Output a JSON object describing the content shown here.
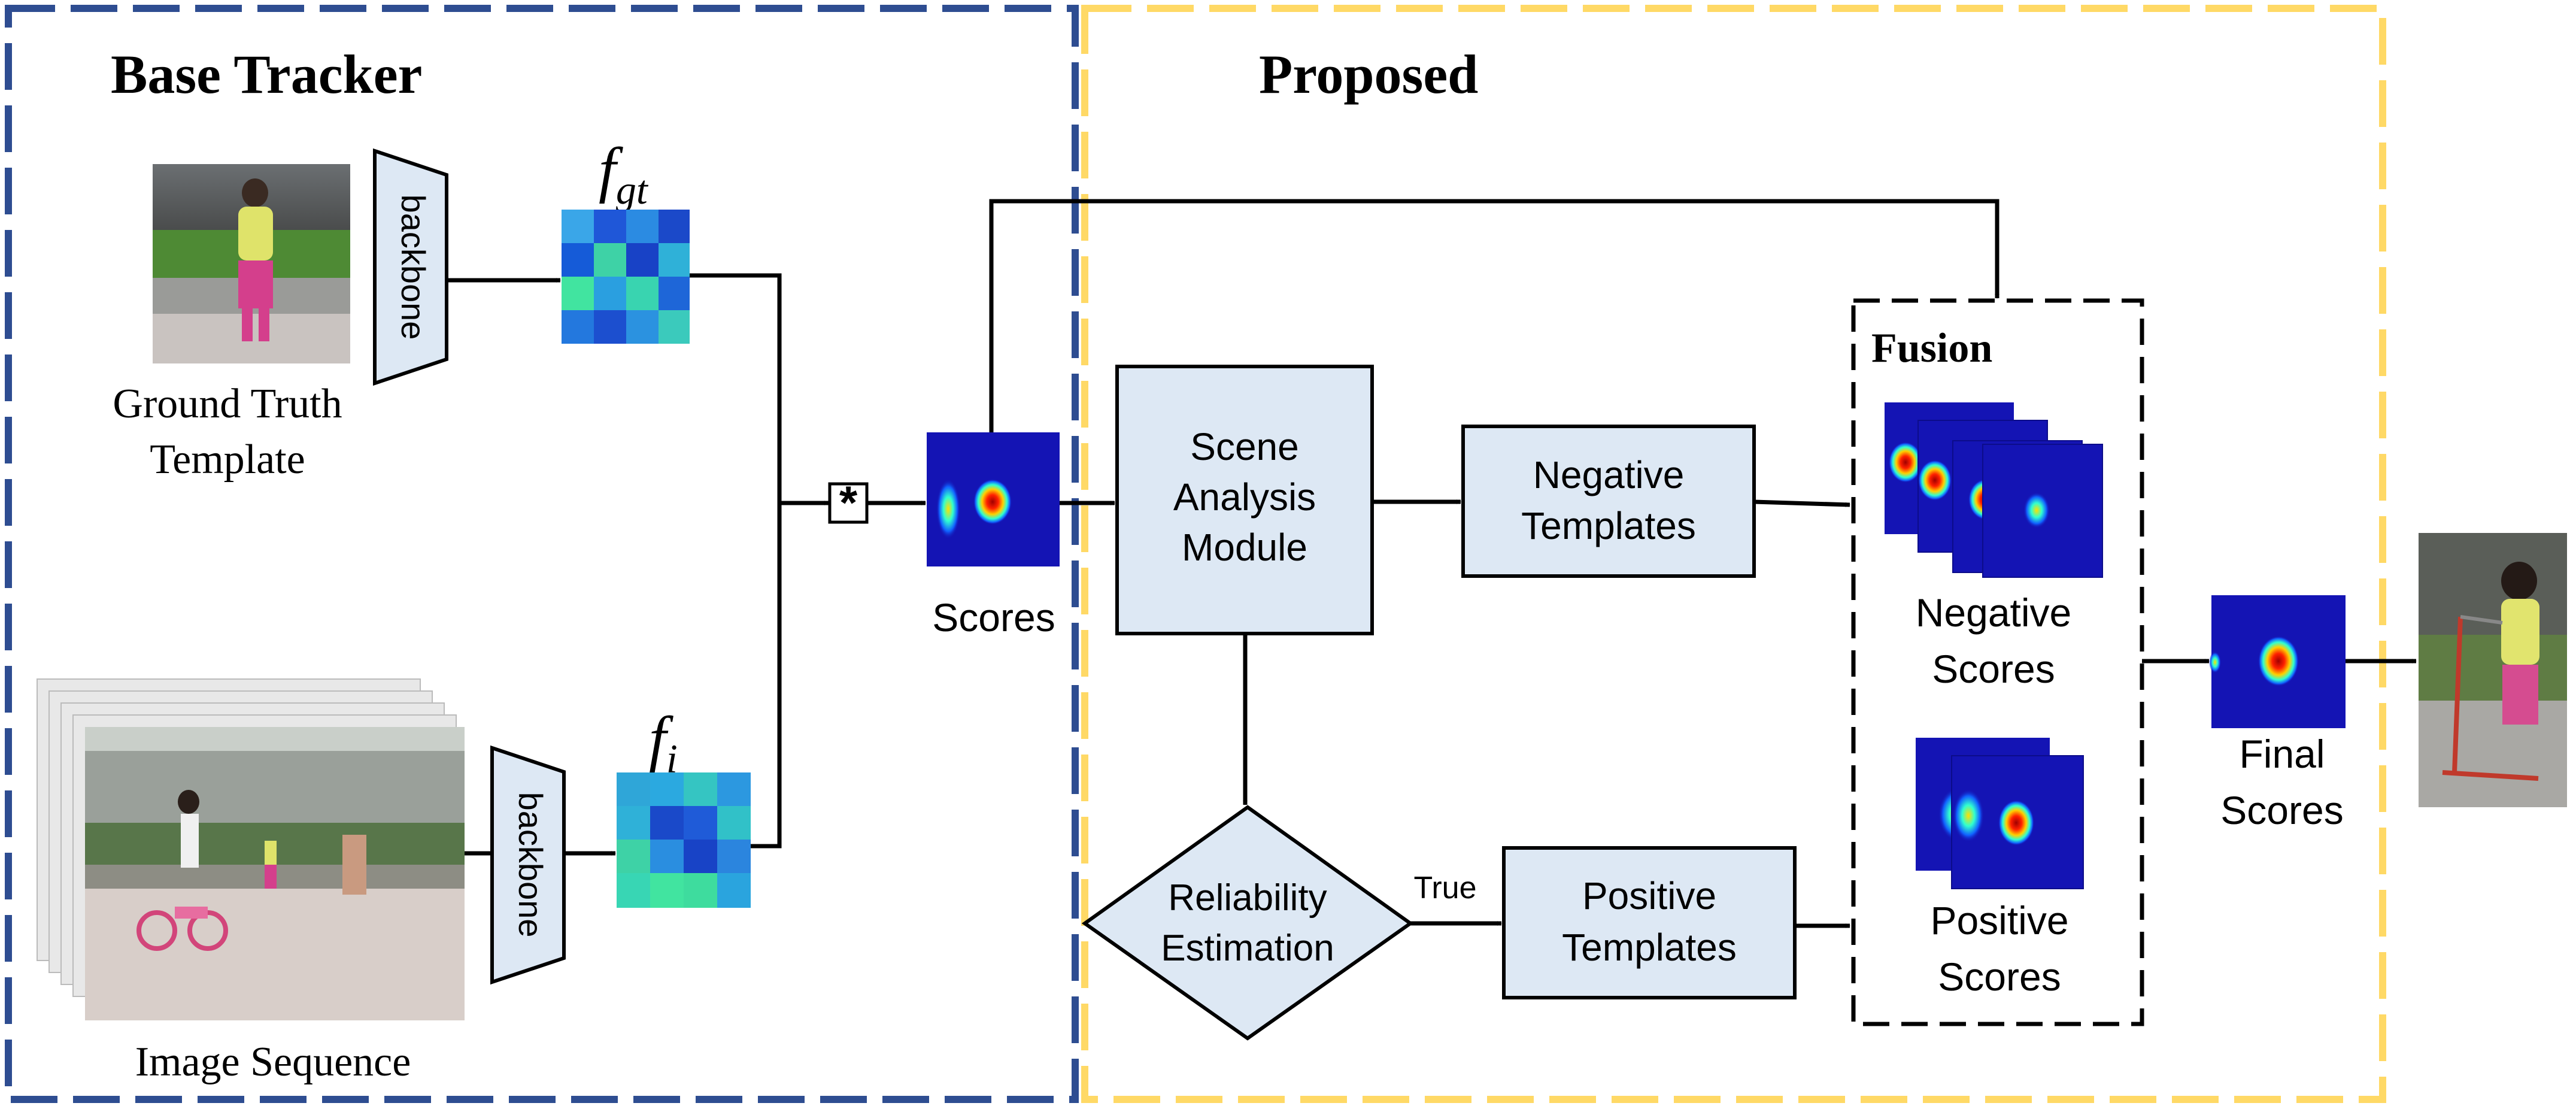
{
  "sections": {
    "base_tracker_title": "Base Tracker",
    "proposed_title": "Proposed"
  },
  "base_tracker": {
    "backbone_top": "backbone",
    "backbone_bottom": "backbone",
    "gt_caption_line1": "Ground Truth",
    "gt_caption_line2": "Template",
    "seq_caption": "Image Sequence",
    "f_gt_main": "f",
    "f_gt_sub": "gt",
    "f_i_main": "f",
    "f_i_sub": "i",
    "correlation_symbol": "*",
    "scores_label": "Scores"
  },
  "proposed": {
    "scene_line1": "Scene",
    "scene_line2": "Analysis",
    "scene_line3": "Module",
    "negative_line1": "Negative",
    "negative_line2": "Templates",
    "reliability_line1": "Reliability",
    "reliability_line2": "Estimation",
    "true_label": "True",
    "positive_line1": "Positive",
    "positive_line2": "Templates",
    "fusion_title": "Fusion",
    "neg_scores_line1": "Negative",
    "neg_scores_line2": "Scores",
    "pos_scores_line1": "Positive",
    "pos_scores_line2": "Scores",
    "final_line1": "Final",
    "final_line2": "Scores"
  },
  "colors": {
    "base_border": "#2e4d91",
    "proposed_border": "#ffd966",
    "box_fill": "#dde8f4",
    "heatmap_bg": "#1414b4"
  }
}
